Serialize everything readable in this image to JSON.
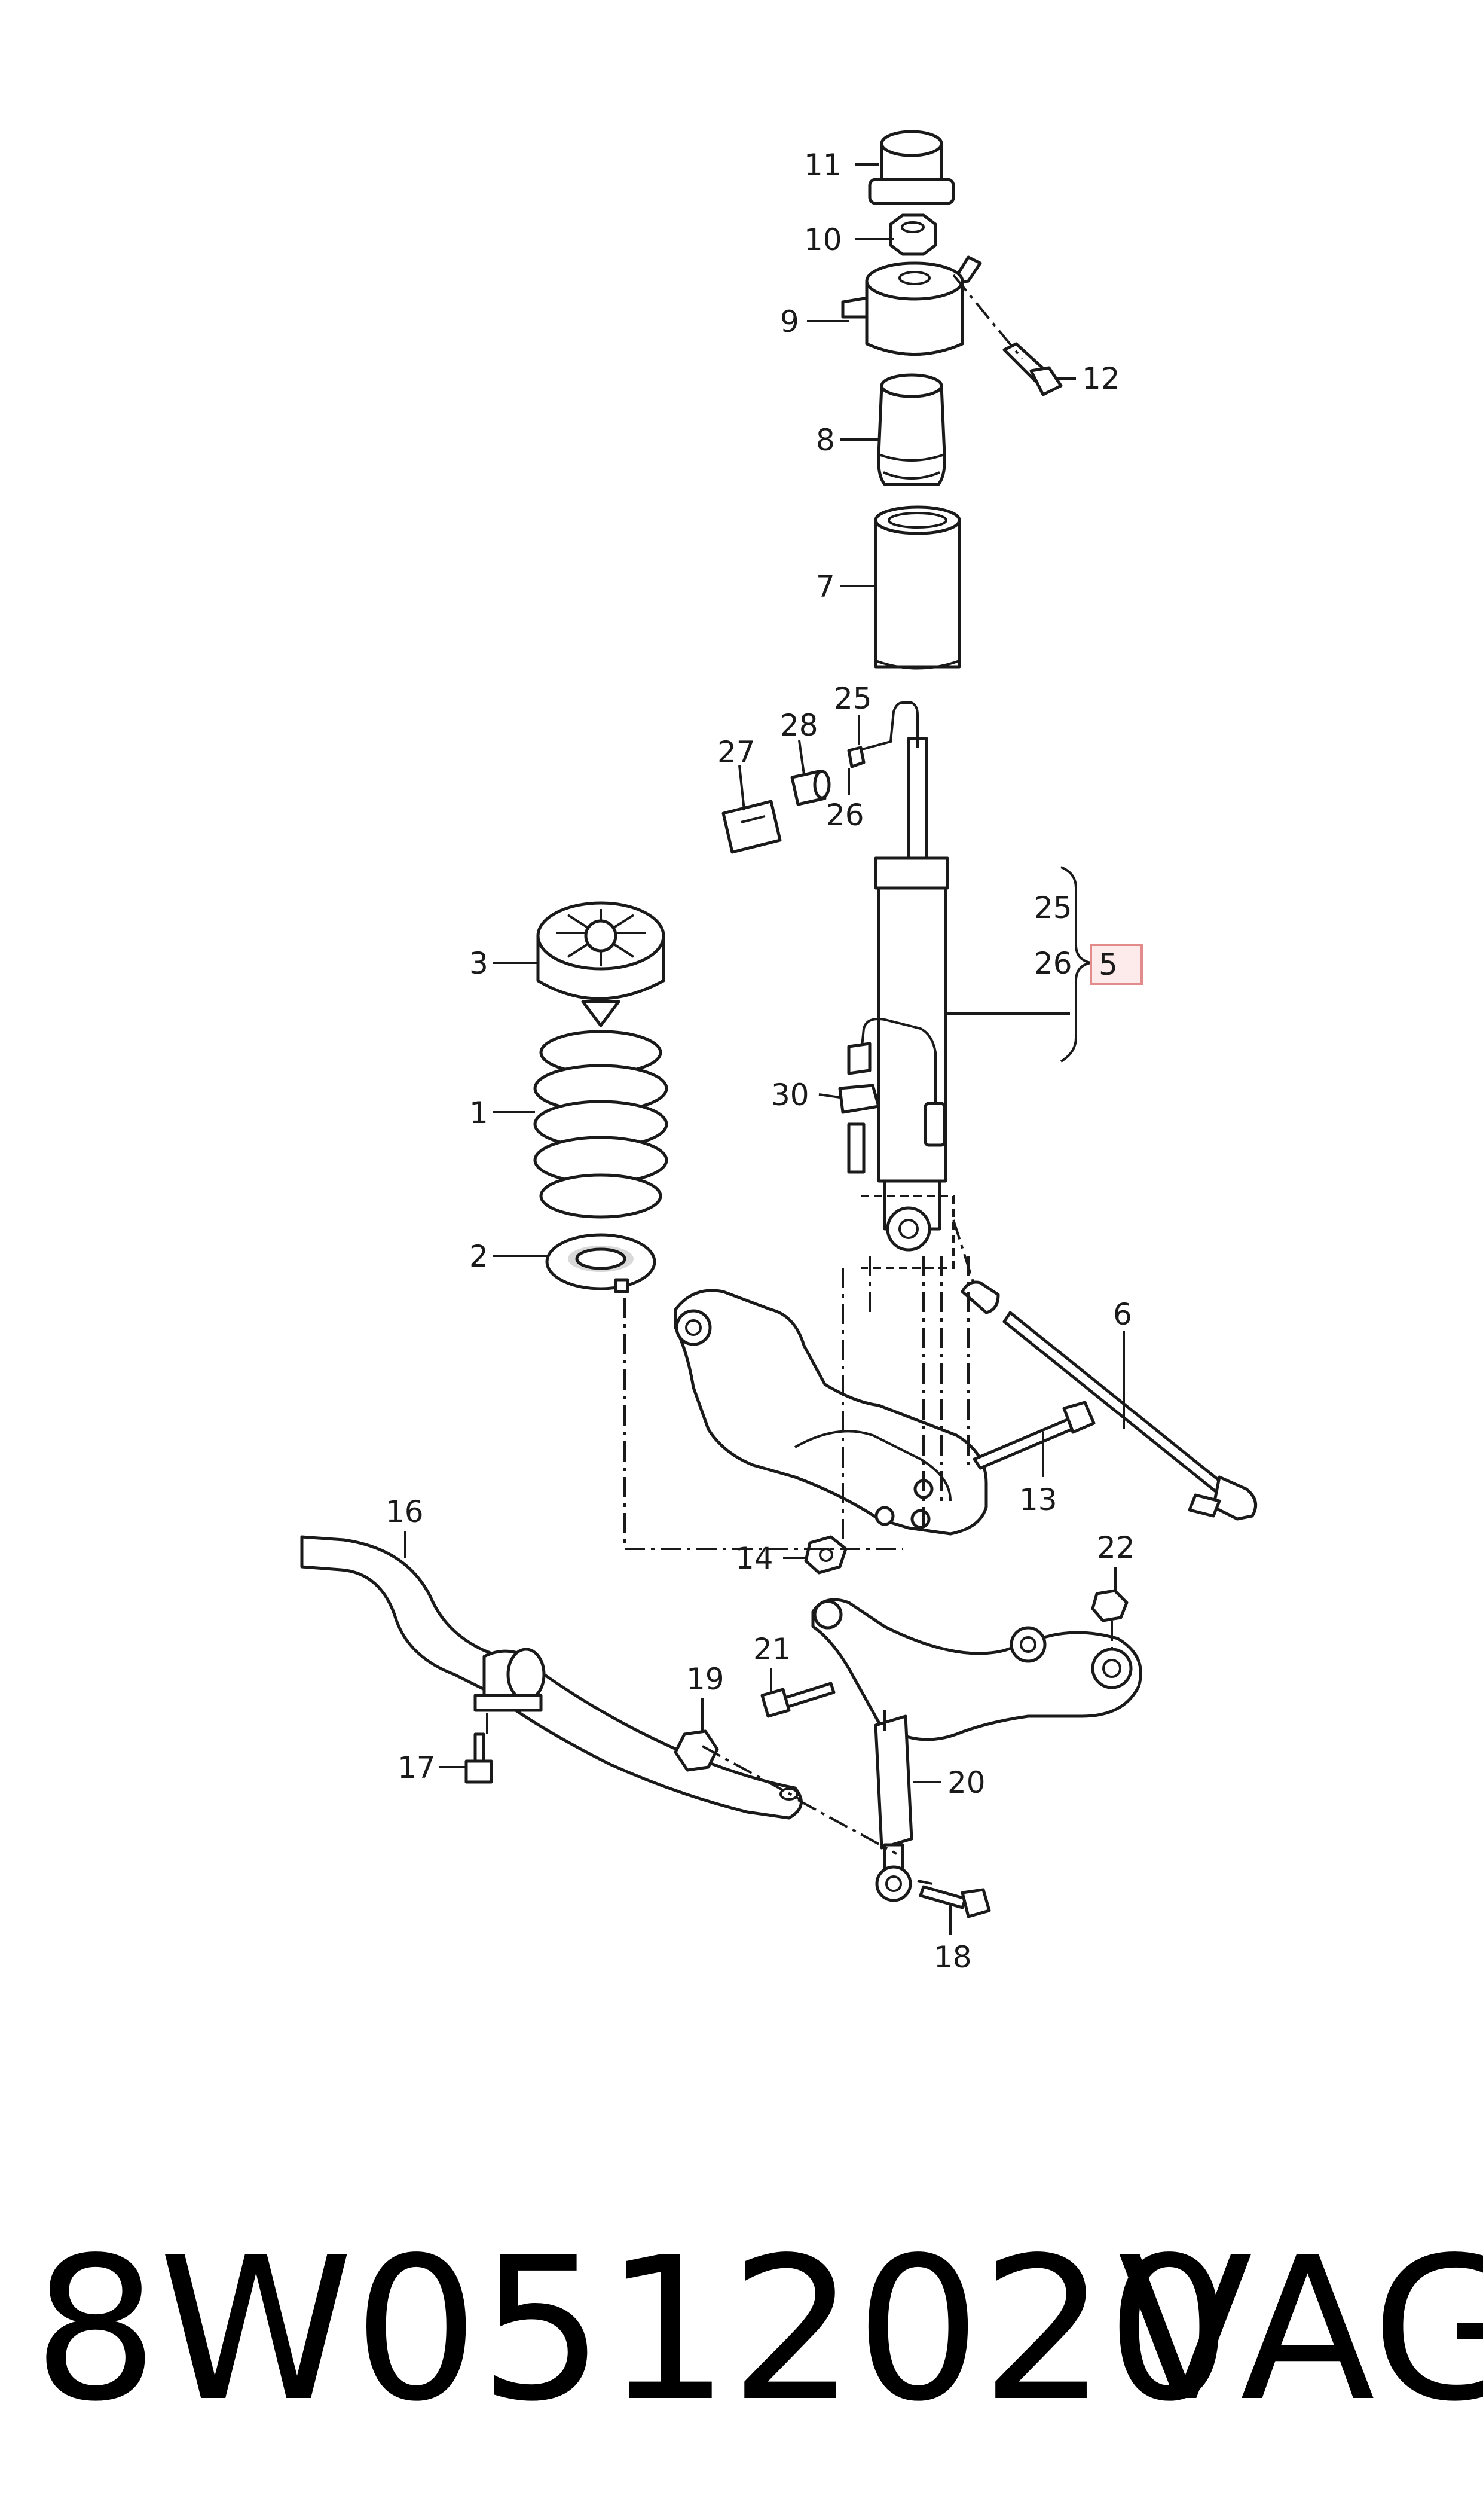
{
  "diagram": {
    "callouts": [
      "1",
      "2",
      "3",
      "5",
      "6",
      "7",
      "8",
      "9",
      "10",
      "11",
      "12",
      "13",
      "14",
      "16",
      "17",
      "18",
      "19",
      "20",
      "21",
      "22",
      "25",
      "26",
      "27",
      "28",
      "30"
    ],
    "brace_labels": [
      "25",
      "26"
    ],
    "highlighted_callout": "5"
  },
  "footer": {
    "part_number": "8W0512020",
    "brand": "VAG"
  }
}
